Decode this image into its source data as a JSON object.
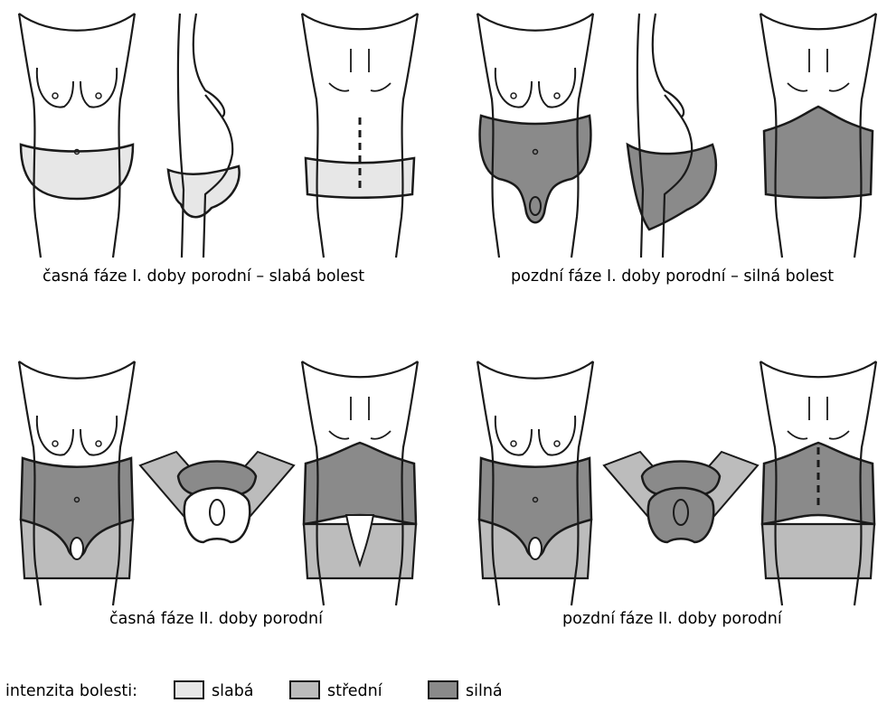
{
  "colors": {
    "slaba": "#e7e7e7",
    "stredni": "#bcbcbc",
    "silna": "#8a8a8a",
    "outline": "#1a1a1a",
    "background": "#ffffff"
  },
  "panels": [
    {
      "caption": "časná fáze I. doby porodní – slabá bolest"
    },
    {
      "caption": "pozdní fáze I. doby porodní – silná bolest"
    },
    {
      "caption": "časná fáze II. doby porodní"
    },
    {
      "caption": "pozdní fáze II. doby porodní"
    }
  ],
  "legend": {
    "title": "intenzita bolesti:",
    "items": [
      {
        "label": "slabá",
        "color": "#e7e7e7"
      },
      {
        "label": "střední",
        "color": "#bcbcbc"
      },
      {
        "label": "silná",
        "color": "#8a8a8a"
      }
    ]
  }
}
